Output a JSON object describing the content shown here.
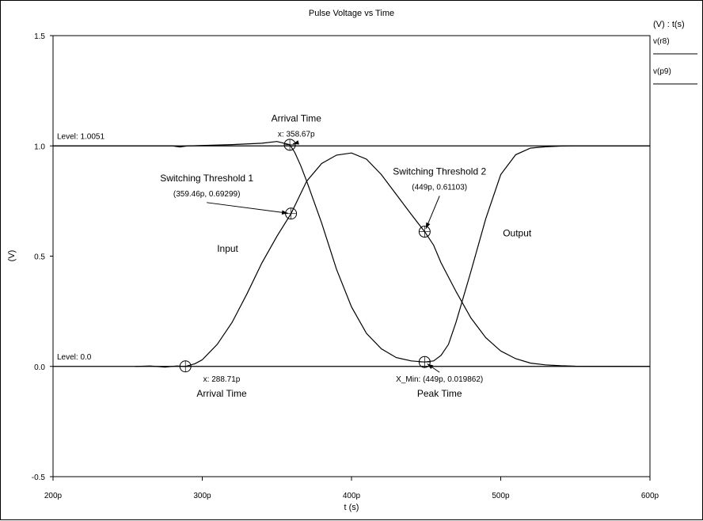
{
  "chart_data": {
    "type": "line",
    "title": "Pulse Voltage vs Time",
    "xlabel": "t (s)",
    "ylabel": "(V)",
    "xlim": [
      200,
      600
    ],
    "ylim": [
      -0.5,
      1.5
    ],
    "x_unit": "ps",
    "x_ticks": [
      200,
      300,
      400,
      500,
      600
    ],
    "x_tick_labels": [
      "200p",
      "300p",
      "400p",
      "500p",
      "600p"
    ],
    "y_ticks": [
      -0.5,
      0.0,
      0.5,
      1.0,
      1.5
    ],
    "y_tick_labels": [
      "-0.5",
      "0.0",
      "0.5",
      "1.0",
      "1.5"
    ],
    "grid": false,
    "legend": {
      "placement": "right",
      "header": "(V) : t(s)",
      "entries": [
        "v(r8)",
        "v(p9)"
      ]
    },
    "series": [
      {
        "x": [
          255,
          265,
          275,
          283,
          288.71,
          295,
          300,
          310,
          320,
          330,
          340,
          350,
          359.46,
          365,
          370,
          380,
          390,
          400,
          410,
          420,
          430,
          440,
          449,
          455,
          460,
          470,
          480,
          490,
          500,
          510,
          520,
          530,
          540,
          550,
          600
        ],
        "y": [
          0.0,
          0.002,
          -0.003,
          0.002,
          0.0,
          0.012,
          0.03,
          0.1,
          0.2,
          0.33,
          0.47,
          0.59,
          0.69299,
          0.77,
          0.84,
          0.92,
          0.958,
          0.968,
          0.94,
          0.87,
          0.78,
          0.69,
          0.61103,
          0.55,
          0.47,
          0.34,
          0.22,
          0.13,
          0.07,
          0.035,
          0.015,
          0.007,
          0.003,
          0.001,
          0.0
        ]
      },
      {
        "x": [
          200,
          280,
          285,
          290,
          300,
          320,
          340,
          350,
          358.67,
          362,
          366,
          370,
          380,
          390,
          400,
          410,
          420,
          430,
          440,
          449,
          455,
          460,
          465,
          470,
          480,
          490,
          500,
          510,
          520,
          530,
          540,
          550,
          600
        ],
        "y": [
          1.0,
          1.0,
          0.995,
          1.0,
          1.002,
          1.006,
          1.012,
          1.02,
          1.0051,
          0.97,
          0.91,
          0.84,
          0.65,
          0.44,
          0.27,
          0.15,
          0.08,
          0.04,
          0.025,
          0.019862,
          0.025,
          0.05,
          0.1,
          0.2,
          0.43,
          0.67,
          0.87,
          0.96,
          0.99,
          0.996,
          0.999,
          1.0,
          1.0
        ]
      }
    ],
    "level_lines": [
      {
        "label": "Level: 1.0051",
        "y": 1.0
      },
      {
        "label": "Level: 0.0",
        "y": 0.0
      }
    ],
    "series_labels": [
      {
        "text": "Input",
        "x": 317,
        "y": 0.52
      },
      {
        "text": "Output",
        "x": 511,
        "y": 0.59
      }
    ],
    "markers": [
      {
        "x": 288.71,
        "y": 0.0,
        "title": "Arrival Time",
        "detail": "x: 288.71p",
        "title_first": false,
        "label_at": [
          313,
          -0.07
        ]
      },
      {
        "x": 358.67,
        "y": 1.0051,
        "title": "Arrival Time",
        "detail": "x: 358.67p",
        "title_first": true,
        "label_at": [
          363,
          1.11
        ],
        "arrow": true
      },
      {
        "x": 359.46,
        "y": 0.69299,
        "title": "Switching Threshold 1",
        "detail": "(359.46p, 0.69299)",
        "title_first": true,
        "label_at": [
          303,
          0.84
        ],
        "arrow": true
      },
      {
        "x": 449,
        "y": 0.61103,
        "title": "Switching Threshold 2",
        "detail": "(449p, 0.61103)",
        "title_first": true,
        "label_at": [
          459,
          0.87
        ],
        "arrow": true
      },
      {
        "x": 449,
        "y": 0.019862,
        "title": "Peak Time",
        "detail": "X_Min: (449p, 0.019862)",
        "title_first": false,
        "label_at": [
          459,
          -0.07
        ],
        "arrow": true
      }
    ]
  }
}
